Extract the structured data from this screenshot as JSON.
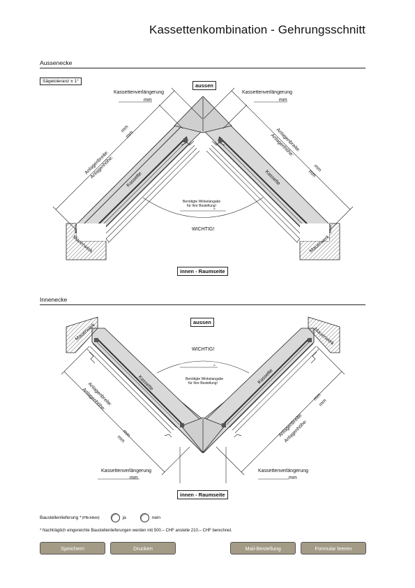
{
  "title": "Kassettenkombination - Gehrungsschnitt",
  "sections": {
    "outer": "Aussenecke",
    "inner": "Innenecke"
  },
  "tolerance": "Sägetoleranz ± 1°",
  "labels": {
    "aussen": "aussen",
    "innen": "innen - Raumseite",
    "extension": "Kassettenverlängerung",
    "mm": "mm",
    "anlagenbreite": "Anlagenbreite:",
    "anlagenhoehe": "Anlagenhöhe:",
    "kassette": "Kassette",
    "mauerwerk": "Mauerwerk",
    "wichtig": "WICHTIG!",
    "winkel1": "Benötigte Winkelangabe",
    "winkel2": "für Ihre Bestellung!",
    "degree": "°"
  },
  "form": {
    "delivery_label": "Baustellenlieferung *",
    "delivery_required": "(Pflichtfeld)",
    "yes": "ja",
    "no": "nein",
    "note": "* Nachträglich eingereichte Baustellenlieferungen werden mit 500.– CHF anstelle 210.– CHF berechnet."
  },
  "buttons": {
    "save": "Speichern",
    "print": "Drucken",
    "mail": "Mail-Bestellung",
    "clear": "Formular leeren"
  },
  "colors": {
    "button_bg": "#a39b86",
    "profile_fill": "#d9d9d9"
  }
}
